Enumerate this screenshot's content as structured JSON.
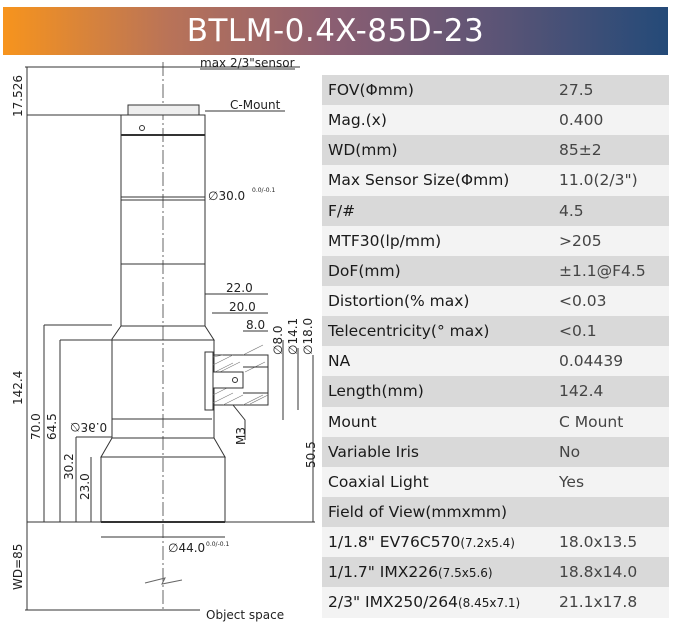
{
  "title": "BTLM-0.4X-85D-23",
  "drawing": {
    "sensor_label": "max 2/3\"sensor",
    "mount_label": "C-Mount",
    "object_label": "Object space",
    "dims": {
      "d17_526": "17.526",
      "d30": "∅30.0",
      "d30_tol": "0.0/-0.1",
      "d22": "22.0",
      "d20": "20.0",
      "d8": "8.0",
      "dia8": "∅8.0",
      "dia14": "∅14.1",
      "dia18": "∅18.0",
      "d142_4": "142.4",
      "d70": "70.0",
      "d64_5": "64.5",
      "dia36": "∅36.0",
      "d30_2": "30.2",
      "d23": "23.0",
      "m3": "M3",
      "d50_5": "50.5",
      "dia44": "∅44.0",
      "dia44_tol": "0.0/-0.1",
      "wd": "WD=85"
    }
  },
  "specs": [
    {
      "label": "FOV(Φmm)",
      "value": "27.5"
    },
    {
      "label": "Mag.(x)",
      "value": "0.400"
    },
    {
      "label": "WD(mm)",
      "value": "85±2"
    },
    {
      "label": "Max Sensor Size(Φmm)",
      "value": "11.0(2/3\")"
    },
    {
      "label": "F/#",
      "value": "4.5"
    },
    {
      "label": "MTF30(lp/mm)",
      "value": ">205"
    },
    {
      "label": "DoF(mm)",
      "value": "±1.1@F4.5"
    },
    {
      "label": "Distortion(% max)",
      "value": "<0.03"
    },
    {
      "label": "Telecentricity(° max)",
      "value": "<0.1"
    },
    {
      "label": "NA",
      "value": "0.04439"
    },
    {
      "label": "Length(mm)",
      "value": "142.4"
    },
    {
      "label": "Mount",
      "value": "C Mount"
    },
    {
      "label": "Variable Iris",
      "value": "No"
    },
    {
      "label": "Coaxial Light",
      "value": "Yes"
    },
    {
      "label": "Field of View(mmxmm)",
      "value": ""
    },
    {
      "label": "1/1.8\" EV76C570",
      "sub": "(7.2x5.4)",
      "value": "18.0x13.5"
    },
    {
      "label": "1/1.7\" IMX226",
      "sub": "(7.5x5.6)",
      "value": "18.8x14.0"
    },
    {
      "label": "2/3\" IMX250/264",
      "sub": "(8.45x7.1)",
      "value": "21.1x17.8"
    }
  ]
}
